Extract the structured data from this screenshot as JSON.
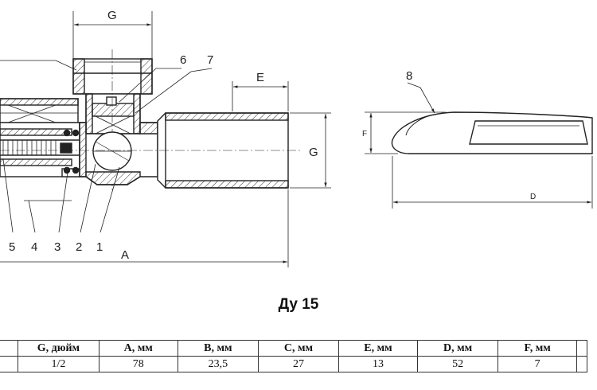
{
  "drawing": {
    "dimension_labels": {
      "g_top": "G",
      "e": "E",
      "g_right": "G",
      "a": "A",
      "f": "F",
      "d": "D"
    },
    "callouts": [
      "1",
      "2",
      "3",
      "4",
      "5",
      "6",
      "7",
      "8"
    ]
  },
  "title": "Ду 15",
  "table": {
    "headers": [
      "",
      "G, дюйм",
      "A, мм",
      "B, мм",
      "C, мм",
      "E, мм",
      "D, мм",
      "F, мм",
      ""
    ],
    "row": [
      "",
      "1/2",
      "78",
      "23,5",
      "27",
      "13",
      "52",
      "7",
      ""
    ]
  }
}
